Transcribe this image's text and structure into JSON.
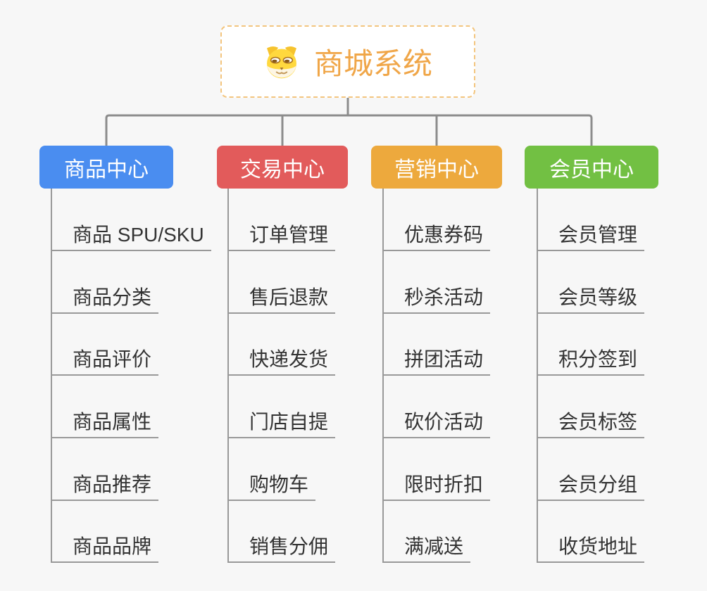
{
  "colors": {
    "bg": "#f7f7f7",
    "connector": "#8c8c8c",
    "child_line": "#999999",
    "child_text": "#333333",
    "root_bg": "#ffffff",
    "root_border": "#f3c57e",
    "root_text": "#f0a648"
  },
  "root": {
    "label": "商城系统",
    "icon": "doge-dog-icon"
  },
  "branches": [
    {
      "label": "商品中心",
      "color": "#4a8df0",
      "children": [
        "商品 SPU/SKU",
        "商品分类",
        "商品评价",
        "商品属性",
        "商品推荐",
        "商品品牌"
      ]
    },
    {
      "label": "交易中心",
      "color": "#e25b5b",
      "children": [
        "订单管理",
        "售后退款",
        "快递发货",
        "门店自提",
        "购物车",
        "销售分佣"
      ]
    },
    {
      "label": "营销中心",
      "color": "#eda93d",
      "children": [
        "优惠券码",
        "秒杀活动",
        "拼团活动",
        "砍价活动",
        "限时折扣",
        "满减送"
      ]
    },
    {
      "label": "会员中心",
      "color": "#72c043",
      "children": [
        "会员管理",
        "会员等级",
        "积分签到",
        "会员标签",
        "会员分组",
        "收货地址"
      ]
    }
  ]
}
